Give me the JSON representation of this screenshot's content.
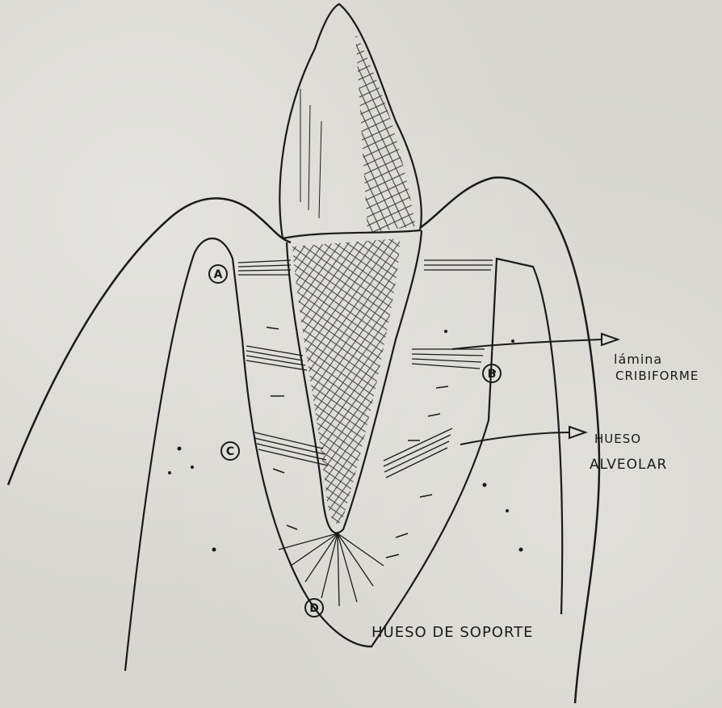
{
  "labels": {
    "a": "A",
    "b": "B",
    "c": "C",
    "d": "D",
    "lamina_line1": "lámina",
    "lamina_line2": "CRIBIFORME",
    "hueso_line1": "HUESO",
    "hueso_line2": "ALVEOLAR",
    "soporte": "HUESO DE SOPORTE"
  },
  "colors": {
    "ink": "#1a1a1a",
    "paper": "#d6d5cf"
  }
}
